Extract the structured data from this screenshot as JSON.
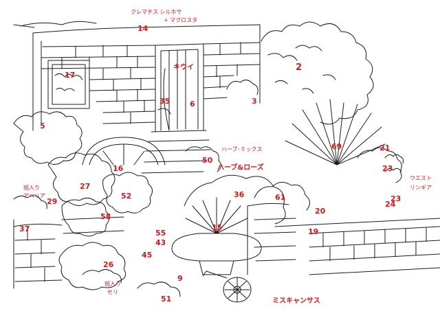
{
  "colors": {
    "ink": "#1a1a1a",
    "annotation": "#e0151c",
    "paper": "#ffffff"
  },
  "plant_numbers": {
    "n14": "14",
    "n2": "2",
    "n17": "17",
    "n35": "35",
    "n6": "6",
    "n3": "3",
    "n5": "5",
    "n69": "69",
    "n21": "21",
    "n23a": "23",
    "n50": "50",
    "n16": "16",
    "n27": "27",
    "n52": "52",
    "n36": "36",
    "n61": "61",
    "n29": "29",
    "n58": "58",
    "n37": "37",
    "n15": "15",
    "n20": "20",
    "n19": "19",
    "n55": "55",
    "n43": "43",
    "n45": "45",
    "n26": "26",
    "n9": "9",
    "n51": "51",
    "n24": "24",
    "n23b": "23"
  },
  "plant_names": {
    "clematis_line1": "クレマチス シルホサ",
    "clematis_line2": "+ マクロスタ",
    "kiwi": "キウイ",
    "herb": "ハーブ･ミックス",
    "rose": "ハーブ&ローズ",
    "west_line1": "ウエスト",
    "west_line2": "リンギア",
    "abelia_line1": "斑入り",
    "abelia_line2": "アベリア",
    "seri_line1": "斑入り",
    "seri_line2": "セリ",
    "miscanthus": "ミスキャンサス"
  }
}
